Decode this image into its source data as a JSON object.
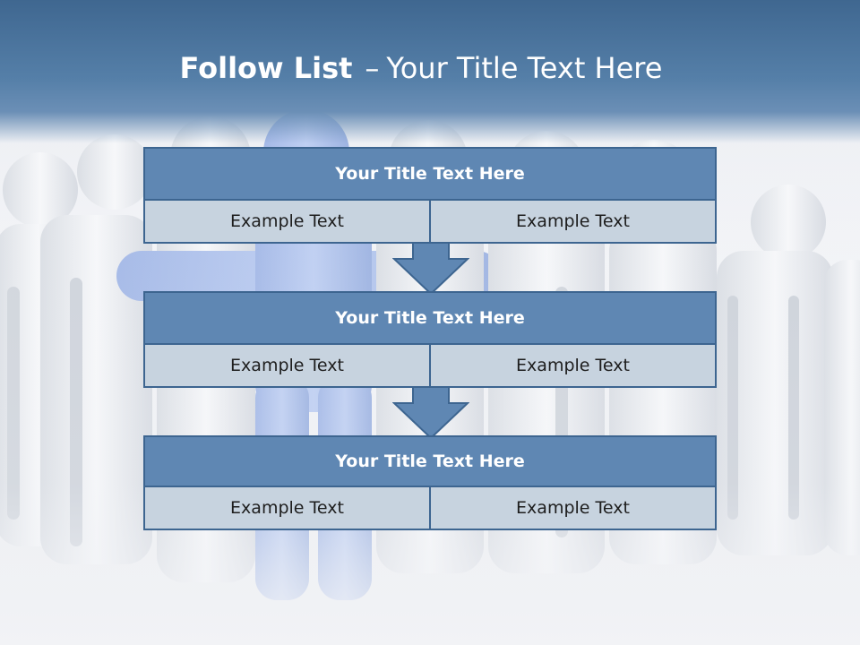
{
  "title": {
    "bold": "Follow List",
    "dash": "–",
    "rest": "Your Title Text Here"
  },
  "colors": {
    "header": "#4a7299",
    "box_head": "#5f87b3",
    "box_body": "#c7d3df",
    "border": "#3d6590",
    "arrow": "#5f87b3"
  },
  "steps": [
    {
      "title": "Your Title Text Here",
      "left": "Example Text",
      "right": "Example Text"
    },
    {
      "title": "Your Title Text Here",
      "left": "Example Text",
      "right": "Example Text"
    },
    {
      "title": "Your Title Text Here",
      "left": "Example Text",
      "right": "Example Text"
    }
  ],
  "background_art": "crowd-of-people-figures-with-blue-leader"
}
